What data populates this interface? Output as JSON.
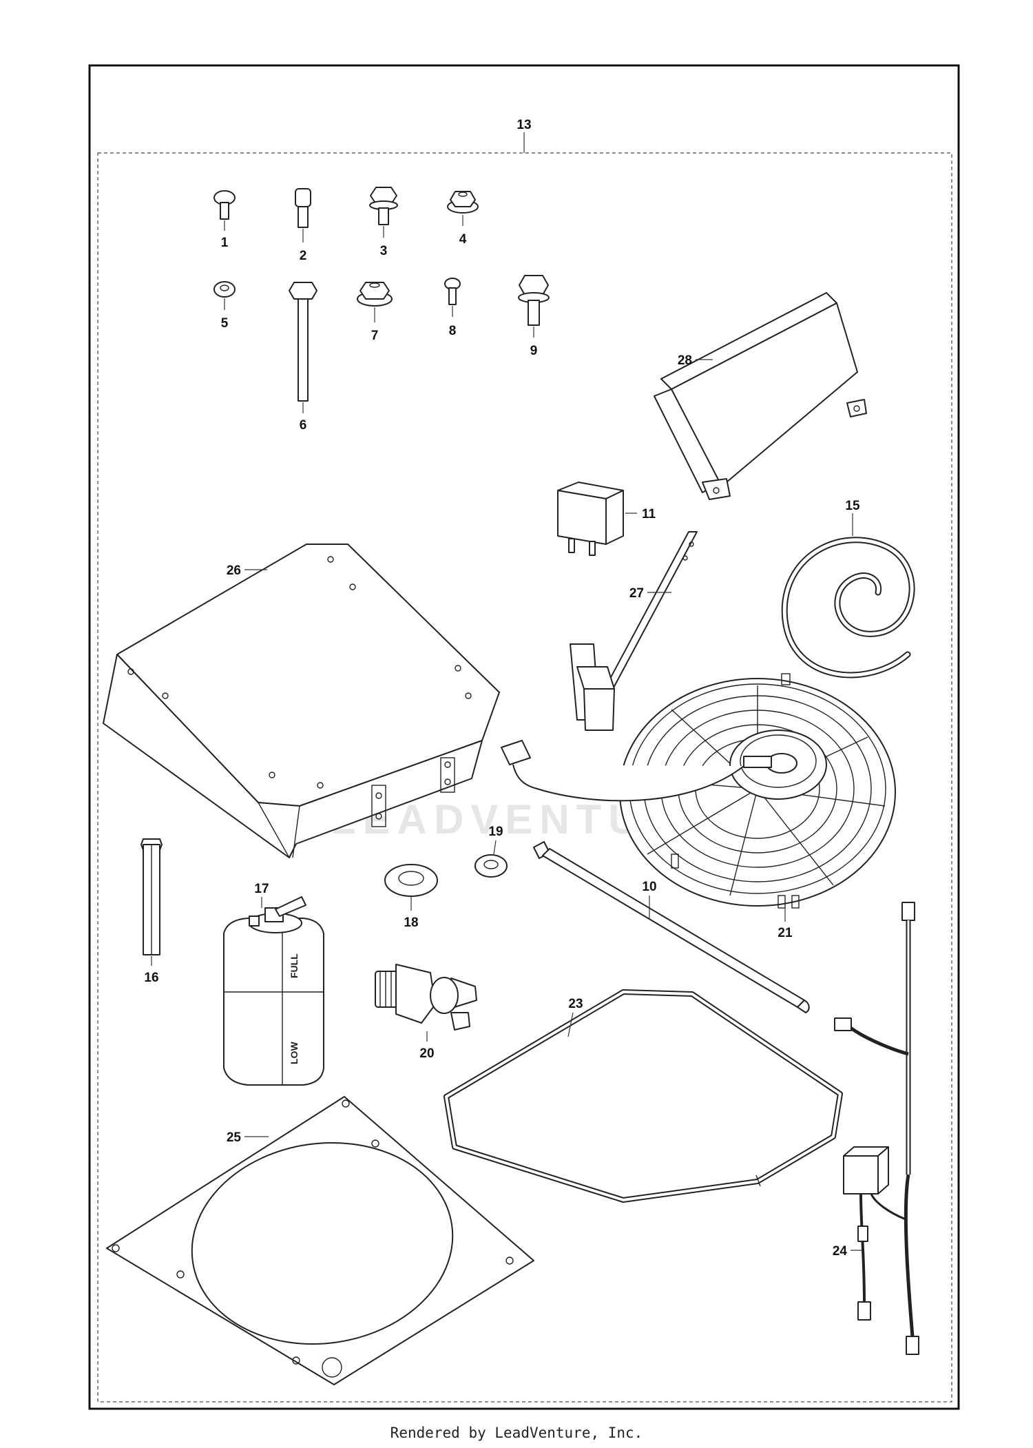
{
  "labels": {
    "p1": "1",
    "p2": "2",
    "p3": "3",
    "p4": "4",
    "p5": "5",
    "p6": "6",
    "p7": "7",
    "p8": "8",
    "p9": "9",
    "p10": "10",
    "p11": "11",
    "p13": "13",
    "p15": "15",
    "p16": "16",
    "p17": "17",
    "p18": "18",
    "p19": "19",
    "p20": "20",
    "p21": "21",
    "p23": "23",
    "p24": "24",
    "p25": "25",
    "p26": "26",
    "p27": "27",
    "p28": "28"
  },
  "bottle_text": {
    "full": "FULL",
    "low": "LOW"
  },
  "watermark": "LEADVENTURE",
  "footer": "Rendered by LeadVenture, Inc."
}
